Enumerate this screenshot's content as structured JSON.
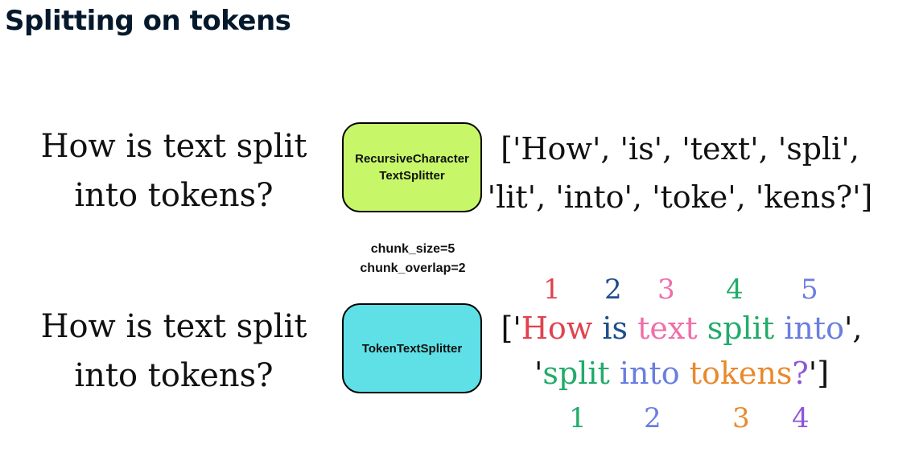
{
  "title": "Splitting on tokens",
  "question": {
    "line1": "How is text split",
    "line2": "into tokens?"
  },
  "recursive_splitter": {
    "line1": "RecursiveCharacter",
    "line2": "TextSplitter",
    "color": "#c7f769"
  },
  "params": {
    "chunk_size": "chunk_size=5",
    "chunk_overlap": "chunk_overlap=2"
  },
  "token_splitter": {
    "label": "TokenTextSplitter",
    "color": "#5ee0e6"
  },
  "recursive_output": {
    "line1": "['How', 'is', 'text', 'spli',",
    "line2": "'lit', 'into', 'toke', 'kens?']"
  },
  "token_output": {
    "open_bracket": "[",
    "quote": "'",
    "chunk1_tokens": [
      {
        "text": "How",
        "color": "#e0434f"
      },
      {
        "text": " is",
        "color": "#1e4e8c"
      },
      {
        "text": " text",
        "color": "#ef6fa8"
      },
      {
        "text": " split",
        "color": "#23ab6a"
      },
      {
        "text": " into",
        "color": "#6a7ee0"
      }
    ],
    "chunk1_end": "',",
    "chunk2_tokens": [
      {
        "text": "split",
        "color": "#23ab6a"
      },
      {
        "text": " into",
        "color": "#6a7ee0"
      },
      {
        "text": " tokens",
        "color": "#e88a2c"
      },
      {
        "text": "?",
        "color": "#8e55d6"
      }
    ],
    "chunk2_end": "']"
  },
  "token_numbers_top": [
    {
      "n": "1",
      "color": "#e0434f"
    },
    {
      "n": "2",
      "color": "#1e4e8c"
    },
    {
      "n": "3",
      "color": "#ef6fa8"
    },
    {
      "n": "4",
      "color": "#23ab6a"
    },
    {
      "n": "5",
      "color": "#6a7ee0"
    }
  ],
  "token_numbers_bottom": [
    {
      "n": "1",
      "color": "#23ab6a"
    },
    {
      "n": "2",
      "color": "#6a7ee0"
    },
    {
      "n": "3",
      "color": "#e88a2c"
    },
    {
      "n": "4",
      "color": "#8e55d6"
    }
  ]
}
